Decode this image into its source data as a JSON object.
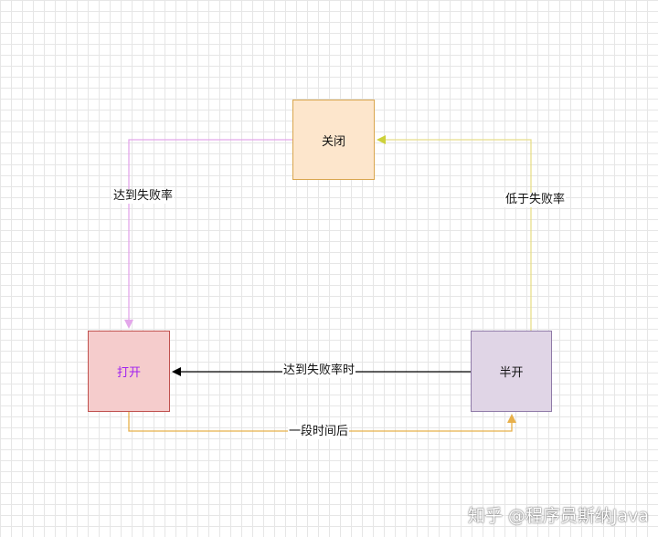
{
  "nodes": {
    "closed": "关闭",
    "open": "打开",
    "half_open": "半开"
  },
  "edges": {
    "closed_to_open": "达到失败率",
    "half_open_to_closed": "低于失败率",
    "half_open_to_open": "达到失败率时",
    "open_to_half_open": "一段时间后"
  },
  "colors": {
    "closed_to_open": "#e3a7ea",
    "half_open_to_closed": "#e7de8a",
    "half_open_to_open": "#000000",
    "open_to_half_open": "#e8b04a"
  },
  "watermark": "知乎 @程序员斯纳Java"
}
